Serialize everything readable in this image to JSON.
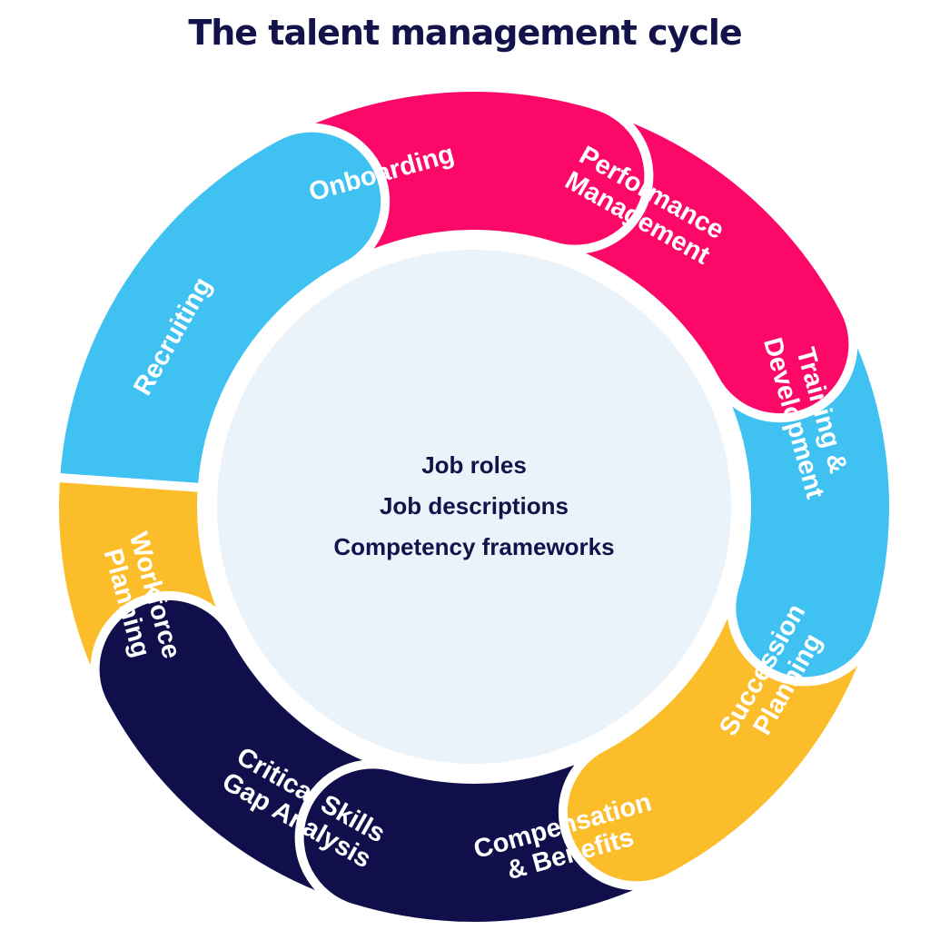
{
  "title": "The talent management cycle",
  "colors": {
    "background": "#ffffff",
    "title": "#14124a",
    "hub_fill": "#eaf2fa",
    "hub_text": "#14124a",
    "segment_text": "#ffffff",
    "blue": "#3fc1f1",
    "pink": "#fb0868",
    "yellow": "#fbbd2a",
    "navy": "#100f4c"
  },
  "hub": {
    "lines": [
      "Job roles",
      "Job descriptions",
      "Competency frameworks"
    ]
  },
  "segments": [
    {
      "id": "recruiting",
      "label_lines": [
        "Recruiting"
      ],
      "color": "#3fc1f1"
    },
    {
      "id": "onboarding",
      "label_lines": [
        "Onboarding"
      ],
      "color": "#fb0868"
    },
    {
      "id": "performance-management",
      "label_lines": [
        "Performance",
        "Management"
      ],
      "color": "#fb0868"
    },
    {
      "id": "training-development",
      "label_lines": [
        "Training &",
        "Development"
      ],
      "color": "#3fc1f1"
    },
    {
      "id": "succession-planning",
      "label_lines": [
        "Succession",
        "Planning"
      ],
      "color": "#fbbd2a"
    },
    {
      "id": "compensation-benefits",
      "label_lines": [
        "Compensation",
        "& Benefits"
      ],
      "color": "#100f4c"
    },
    {
      "id": "critical-skills-gap-analysis",
      "label_lines": [
        "Critical Skills",
        "Gap Analysis"
      ],
      "color": "#100f4c"
    },
    {
      "id": "workforce-planning",
      "label_lines": [
        "Workforce",
        "Planning"
      ],
      "color": "#fbbd2a"
    }
  ]
}
